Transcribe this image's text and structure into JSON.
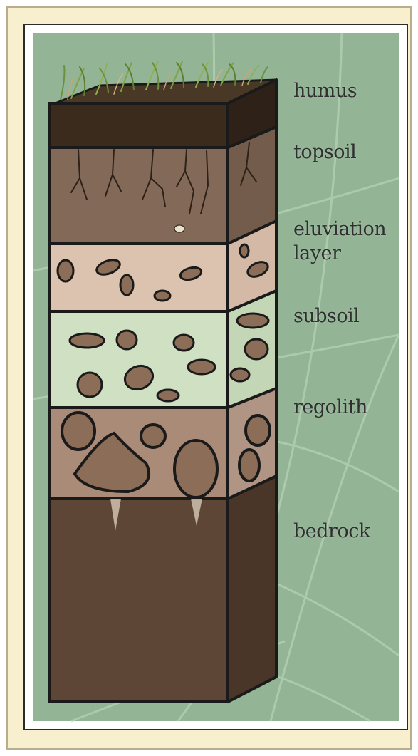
{
  "diagram": {
    "colors": {
      "page_bg": "#f7efcd",
      "panel_bg": "#93b596",
      "grid_line": "#b7d2b4",
      "outline": "#1a1a1a",
      "label_text": "#2f2f2f",
      "grass": "#6e8f3c",
      "humus": "#3b2b1d",
      "topsoil": "#836a58",
      "eluviation": "#dcc3b0",
      "subsoil": "#cfe0c3",
      "regolith": "#a98b78",
      "bedrock": "#5e4636",
      "stones": "#8c6d57"
    },
    "layers": [
      {
        "id": "humus",
        "label": "humus"
      },
      {
        "id": "topsoil",
        "label": "topsoil"
      },
      {
        "id": "eluviation",
        "label": "eluviation",
        "label_line2": "layer"
      },
      {
        "id": "subsoil",
        "label": "subsoil"
      },
      {
        "id": "regolith",
        "label": "regolith"
      },
      {
        "id": "bedrock",
        "label": "bedrock"
      }
    ]
  }
}
